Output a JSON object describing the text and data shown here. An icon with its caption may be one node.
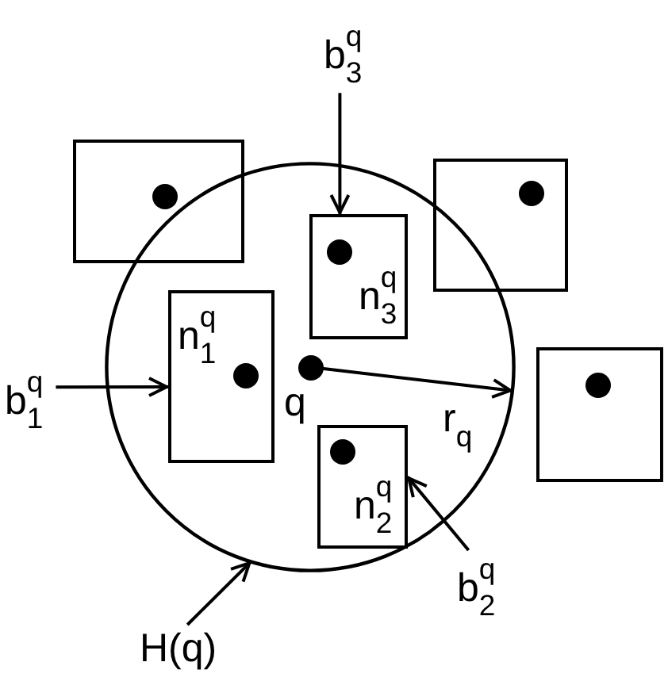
{
  "diagram": {
    "nodes": [
      {
        "text": [
          "b$^{q}$$_{3}$"
        ]
      },
      {
        "text": [],
        "shape": "box"
      },
      {
        "text": [],
        "shape": "circle"
      },
      {
        "text": [
          "n$^{q}$$_{3}$"
        ],
        "in": 2
      },
      {
        "text": [],
        "shape": "box"
      },
      {
        "text": [
          "b$^{q}$$_{1}$"
        ]
      },
      {
        "text": [
          "n$^{q}$$_{1}$"
        ],
        "in": 2
      },
      {
        "text": [],
        "shape": "box"
      },
      {
        "text": [
          "n$^{q}$$_{2}$"
        ],
        "in": 2
      },
      {
        "text": [
          "b$^{q}$$_{2}$"
        ]
      },
      {
        "text": [
          "H(q)"
        ]
      }
    ],
    "edges": [
      {
        "from": 0,
        "to": 3,
        "arrow": "to"
      },
      {
        "from": 5,
        "to": 6,
        "arrow": "to"
      },
      {
        "from": 9,
        "to": 8,
        "arrow": "to"
      },
      {
        "from": 10,
        "to": 2,
        "arrow": "to"
      }
    ],
    "labels": [
      "q",
      "r$_{q}$"
    ]
  }
}
